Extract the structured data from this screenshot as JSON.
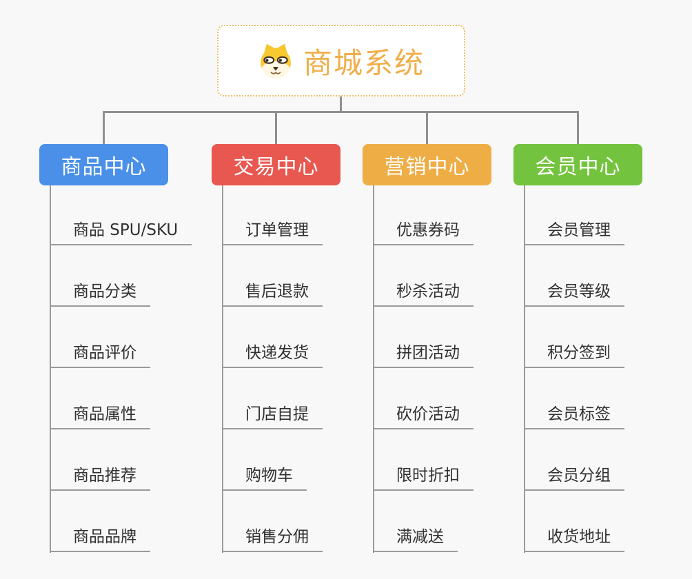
{
  "root": {
    "title": "商城系统",
    "icon": "dog-face-icon"
  },
  "colors": {
    "background": "#f8f8f8",
    "root_border": "#eabf66",
    "root_text": "#f0ae4a",
    "connector": "#8f8f8f",
    "leaf_line": "#9a9a9a",
    "leaf_text": "#303030",
    "branch_text": "#ffffff"
  },
  "branches": [
    {
      "label": "商品中心",
      "color": "#4a8fe8",
      "items": [
        "商品 SPU/SKU",
        "商品分类",
        "商品评价",
        "商品属性",
        "商品推荐",
        "商品品牌"
      ]
    },
    {
      "label": "交易中心",
      "color": "#e85750",
      "items": [
        "订单管理",
        "售后退款",
        "快递发货",
        "门店自提",
        "购物车",
        "销售分佣"
      ]
    },
    {
      "label": "营销中心",
      "color": "#eead45",
      "items": [
        "优惠券码",
        "秒杀活动",
        "拼团活动",
        "砍价活动",
        "限时折扣",
        "满减送"
      ]
    },
    {
      "label": "会员中心",
      "color": "#74c33e",
      "items": [
        "会员管理",
        "会员等级",
        "积分签到",
        "会员标签",
        "会员分组",
        "收货地址"
      ]
    }
  ]
}
